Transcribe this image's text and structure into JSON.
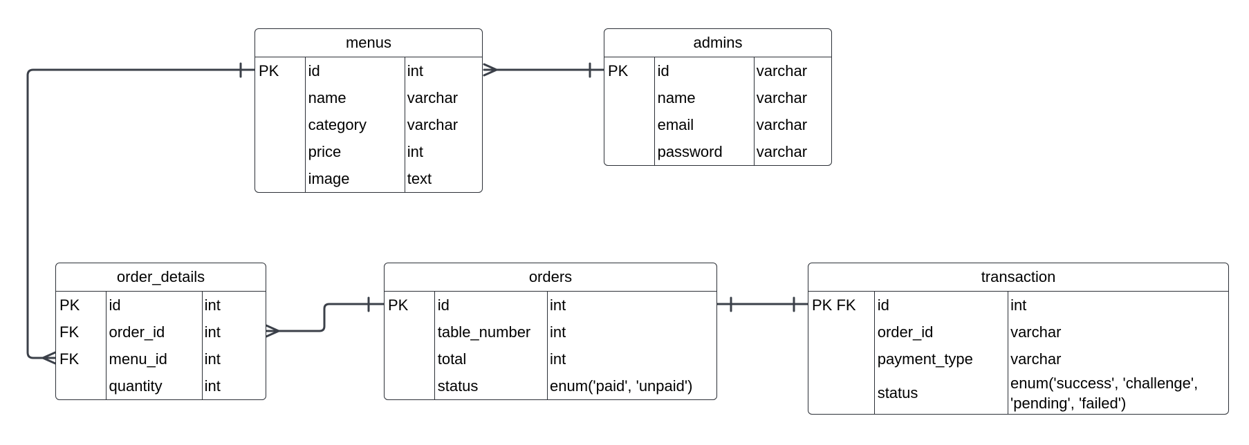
{
  "entities": {
    "menus": {
      "name": "menus",
      "rows": [
        {
          "key": "PK",
          "field": "id",
          "type": "int"
        },
        {
          "key": "",
          "field": "name",
          "type": "varchar"
        },
        {
          "key": "",
          "field": "category",
          "type": "varchar"
        },
        {
          "key": "",
          "field": "price",
          "type": "int"
        },
        {
          "key": "",
          "field": "image",
          "type": "text"
        }
      ]
    },
    "admins": {
      "name": "admins",
      "rows": [
        {
          "key": "PK",
          "field": "id",
          "type": "varchar"
        },
        {
          "key": "",
          "field": "name",
          "type": "varchar"
        },
        {
          "key": "",
          "field": "email",
          "type": "varchar"
        },
        {
          "key": "",
          "field": "password",
          "type": "varchar"
        }
      ]
    },
    "order_details": {
      "name": "order_details",
      "rows": [
        {
          "key": "PK",
          "field": "id",
          "type": "int"
        },
        {
          "key": "FK",
          "field": "order_id",
          "type": "int"
        },
        {
          "key": "FK",
          "field": "menu_id",
          "type": "int"
        },
        {
          "key": "",
          "field": "quantity",
          "type": "int"
        }
      ]
    },
    "orders": {
      "name": "orders",
      "rows": [
        {
          "key": "PK",
          "field": "id",
          "type": "int"
        },
        {
          "key": "",
          "field": "table_number",
          "type": "int"
        },
        {
          "key": "",
          "field": "total",
          "type": "int"
        },
        {
          "key": "",
          "field": "status",
          "type": "enum('paid', 'unpaid')"
        }
      ]
    },
    "transaction": {
      "name": "transaction",
      "rows": [
        {
          "key": "PK FK",
          "field": "id",
          "type": "int"
        },
        {
          "key": "",
          "field": "order_id",
          "type": "varchar"
        },
        {
          "key": "",
          "field": "payment_type",
          "type": "varchar"
        },
        {
          "key": "",
          "field": "status",
          "type": "enum('success', 'challenge', 'pending', 'failed')"
        }
      ]
    }
  },
  "relationships": [
    {
      "from": "menus",
      "to": "admins",
      "from_cardinality": "many",
      "to_cardinality": "one"
    },
    {
      "from": "menus",
      "to": "order_details",
      "from_cardinality": "one",
      "to_cardinality": "many"
    },
    {
      "from": "order_details",
      "to": "orders",
      "from_cardinality": "many",
      "to_cardinality": "one"
    },
    {
      "from": "orders",
      "to": "transaction",
      "from_cardinality": "one",
      "to_cardinality": "one"
    }
  ],
  "colors": {
    "line": "#3b4049",
    "border": "#2b2f36"
  }
}
